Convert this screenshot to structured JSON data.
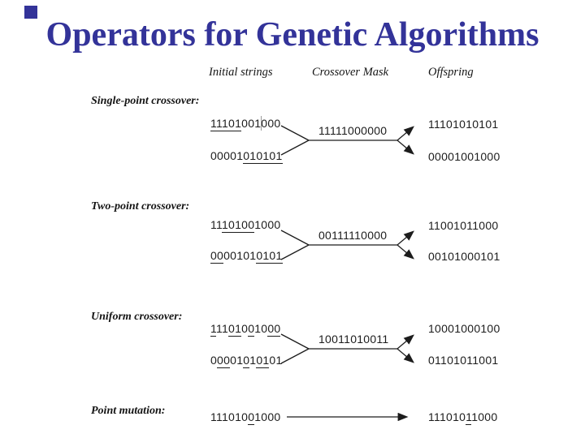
{
  "slide": {
    "title": "Operators for Genetic Algorithms",
    "title_color": "#333399"
  },
  "column_headers": {
    "initial_strings": "Initial strings",
    "crossover_mask": "Crossover Mask",
    "offspring": "Offspring"
  },
  "sections": [
    {
      "label": "Single-point crossover:",
      "initial_string_1": {
        "text": "11101001000",
        "underline_ranges": [
          [
            1,
            5
          ]
        ]
      },
      "initial_string_2": {
        "text": "00001010101",
        "underline_ranges": [
          [
            6,
            11
          ]
        ]
      },
      "crossover_mask": {
        "text": "11111000000",
        "underline_ranges": []
      },
      "offspring_1": {
        "text": "11101010101",
        "underline_ranges": []
      },
      "offspring_2": {
        "text": "00001001000",
        "underline_ranges": []
      }
    },
    {
      "label": "Two-point crossover:",
      "initial_string_1": {
        "text": "11101001000",
        "underline_ranges": [
          [
            3,
            7
          ]
        ]
      },
      "initial_string_2": {
        "text": "00001010101",
        "underline_ranges": [
          [
            1,
            2
          ],
          [
            8,
            11
          ]
        ]
      },
      "crossover_mask": {
        "text": "00111110000",
        "underline_ranges": []
      },
      "offspring_1": {
        "text": "11001011000",
        "underline_ranges": []
      },
      "offspring_2": {
        "text": "00101000101",
        "underline_ranges": []
      }
    },
    {
      "label": "Uniform crossover:",
      "initial_string_1": {
        "text": "11101001000",
        "underline_ranges": [
          [
            1,
            1
          ],
          [
            4,
            5
          ],
          [
            7,
            7
          ],
          [
            10,
            11
          ]
        ]
      },
      "initial_string_2": {
        "text": "00001010101",
        "underline_ranges": [
          [
            2,
            3
          ],
          [
            6,
            6
          ],
          [
            8,
            9
          ]
        ]
      },
      "crossover_mask": {
        "text": "10011010011",
        "underline_ranges": []
      },
      "offspring_1": {
        "text": "10001000100",
        "underline_ranges": []
      },
      "offspring_2": {
        "text": "01101011001",
        "underline_ranges": []
      }
    },
    {
      "label": "Point mutation:",
      "input_string": {
        "text": "11101001000",
        "underline_ranges": [
          [
            7,
            7
          ]
        ]
      },
      "output_string": {
        "text": "11101011000",
        "underline_ranges": [
          [
            7,
            7
          ]
        ]
      }
    }
  ]
}
